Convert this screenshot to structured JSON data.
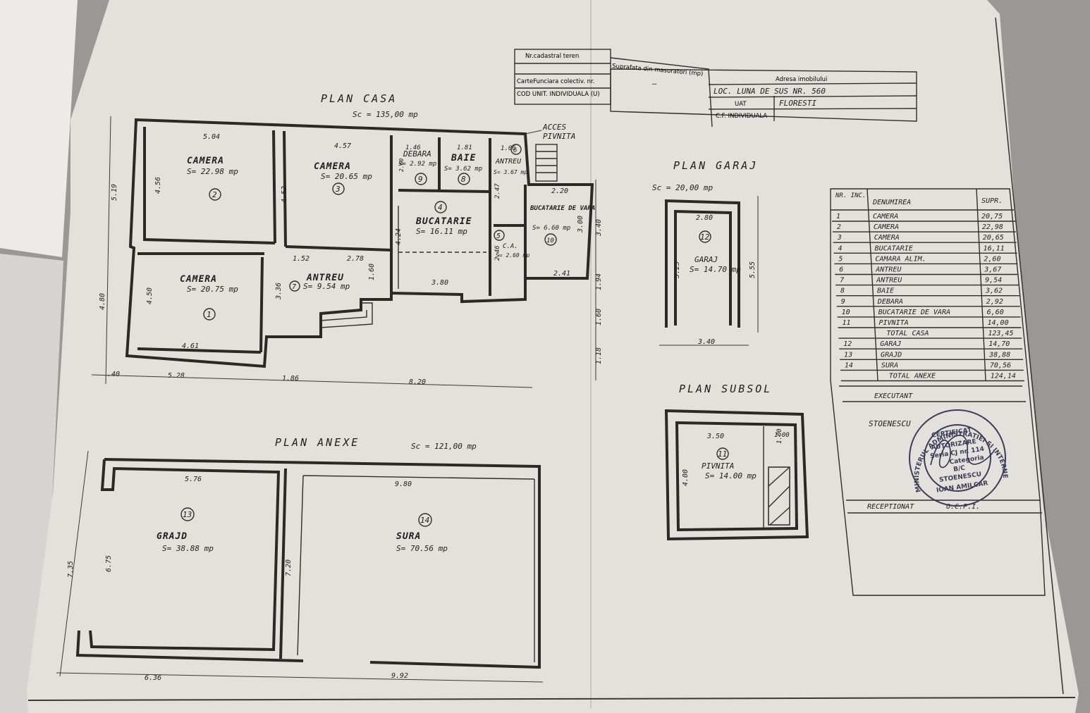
{
  "header_table": {
    "nr_cadastral_label": "Nr.cadastral teren",
    "suprafata_label": "Suprafata din masuratori (mp)",
    "carte_funciara_label": "CarteFunciara colectiv. nr.",
    "cod_unit_label": "COD UNIT. INDIVIDUALA (U)",
    "adresa_label": "Adresa imobilului",
    "adresa_value": "LOC. LUNA DE SUS NR. 560",
    "uat_label": "UAT",
    "uat_value": "FLORESTI",
    "cf_label": "C.F. INDIVIDUALA",
    "suprafata_value": "—"
  },
  "plan_casa": {
    "title": "PLAN CASA",
    "sc": "Sc = 135,00 mp",
    "acces": "ACCES",
    "pivnita": "PIVNITA",
    "rooms": [
      {
        "name": "CAMERA",
        "area": "S= 22.98 mp",
        "num": "2"
      },
      {
        "name": "CAMERA",
        "area": "S= 20.65 mp",
        "num": "3"
      },
      {
        "name": "DEBARA",
        "area": "S= 2.92 mp",
        "num": "9"
      },
      {
        "name": "BAIE",
        "area": "S= 3.62 mp",
        "num": "8"
      },
      {
        "name": "ANTREU",
        "area": "S= 3.67 mp",
        "num": "6"
      },
      {
        "name": "BUCATARIE",
        "area": "S= 16.11 mp",
        "num": "4"
      },
      {
        "name": "C.A.",
        "area": "S= 2.60 mp",
        "num": "5"
      },
      {
        "name": "BUCATARIE DE VARA",
        "area": "S= 6.60 mp",
        "num": "10"
      },
      {
        "name": "CAMERA",
        "area": "S= 20.75 mp",
        "num": "1"
      },
      {
        "name": "ANTREU",
        "area": "S= 9.54 mp",
        "num": "7"
      }
    ],
    "dims": [
      "5.04",
      "4.57",
      "1.46",
      "1.81",
      "1.06",
      "5.19",
      "4.56",
      "4.52",
      "2.60",
      "2.20",
      "3.40",
      "3.00",
      "4.24",
      "1.52",
      "2.78",
      "1.60",
      "3.80",
      "2.46",
      "2.47",
      "2.41",
      "1.94",
      "4.80",
      "4.50",
      "3.36",
      "4.61",
      "1.60",
      "1.18",
      ".40",
      "5.28",
      "1.86",
      "8.20"
    ]
  },
  "plan_garaj": {
    "title": "PLAN GARAJ",
    "sc": "Sc = 20,00 mp",
    "room": "GARAJ",
    "area": "S= 14.70 mp",
    "num": "12",
    "dims": [
      "2.80",
      "5.25",
      "5.55",
      "3.40"
    ]
  },
  "plan_subsol": {
    "title": "PLAN SUBSOL",
    "room": "PIVNITA",
    "area": "S= 14.00 mp",
    "num": "11",
    "dims": [
      "3.50",
      "1.00",
      "1.00",
      "4.00"
    ]
  },
  "plan_anexe": {
    "title": "PLAN ANEXE",
    "sc": "Sc = 121,00 mp",
    "rooms": [
      {
        "name": "GRAJD",
        "area": "S= 38.88 mp",
        "num": "13"
      },
      {
        "name": "SURA",
        "area": "S= 70.56 mp",
        "num": "14"
      }
    ],
    "dims": [
      "5.76",
      "9.80",
      "7.35",
      "6.75",
      "7.20",
      "6.36",
      "9.92"
    ]
  },
  "summary_table": {
    "headers": [
      "NR. INC.",
      "DENUMIREA",
      "SUPR."
    ],
    "rows": [
      [
        "1",
        "CAMERA",
        "20,75"
      ],
      [
        "2",
        "CAMERA",
        "22,98"
      ],
      [
        "3",
        "CAMERA",
        "20,65"
      ],
      [
        "4",
        "BUCATARIE",
        "16,11"
      ],
      [
        "5",
        "CAMARA ALIM.",
        "2,60"
      ],
      [
        "6",
        "ANTREU",
        "3,67"
      ],
      [
        "7",
        "ANTREU",
        "9,54"
      ],
      [
        "8",
        "BAIE",
        "3,62"
      ],
      [
        "9",
        "DEBARA",
        "2,92"
      ],
      [
        "10",
        "BUCATARIE DE VARA",
        "6,60"
      ],
      [
        "11",
        "PIVNITA",
        "14,00"
      ],
      [
        "",
        "TOTAL CASA",
        "123,45"
      ],
      [
        "12",
        "GARAJ",
        "14,70"
      ],
      [
        "13",
        "GRAJD",
        "38,88"
      ],
      [
        "14",
        "SURA",
        "70,56"
      ],
      [
        "",
        "TOTAL ANEXE",
        "124,14"
      ]
    ],
    "executant_label": "EXECUTANT",
    "executant_name": "STOENESCU",
    "receptionat_label": "RECEPTIONAT",
    "ocpi": "O.C.P.I."
  },
  "stamp": {
    "outer_text": "MINISTERUL ADMINISTRATIEI SI INTERNELOR",
    "line1": "CERTIFICAT",
    "line2": "AUTORIZARE",
    "line3": "Seria CJ nr. 114",
    "line4": "Categoria",
    "line5": "B/C",
    "line6": "STOENESCU",
    "line7": "IOAN AMILCAR"
  },
  "colors": {
    "paper": "#e4e1dc",
    "ink": "#2a2926",
    "stamp": "#3b3d57",
    "background": "#9a9895"
  }
}
